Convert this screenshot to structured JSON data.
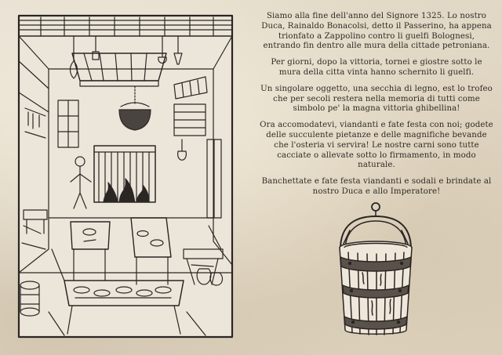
{
  "illustration": {
    "subject": "woodcut-kitchen-scene"
  },
  "story": {
    "paragraphs": [
      "Siamo alla fine dell'anno del Signore 1325. Lo nostro Duca, Rainaldo Bonacolsi, detto il Passerino, ha appena trionfato a Zappolino contro li guelfi Bolognesi, entrando fin dentro alle mura della cittade petroniana.",
      "Per giorni, dopo la vittoria, tornei e giostre sotto le mura della citta vinta hanno schernito li guelfi.",
      "Un singolare oggetto, una secchia di legno, est lo trofeo che per secoli restera nella memoria di tutti come simbolo pe' la magna vittoria ghibellina!",
      "Ora accomodatevi, viandanti e fate festa con noi; godete delle succulente pietanze e delle magnifiche bevande che l'osteria vi servira! Le nostre carni sono tutte cacciate o allevate sotto lo firmamento, in modo naturale.",
      "Banchettate e fate festa viandanti e sodali e brindate al nostro Duca e allo Imperatore!"
    ]
  },
  "bucket_drawing": {
    "subject": "wooden-bucket-secchia"
  },
  "colors": {
    "ink": "#2e2a26",
    "paper": "#e6dece"
  }
}
